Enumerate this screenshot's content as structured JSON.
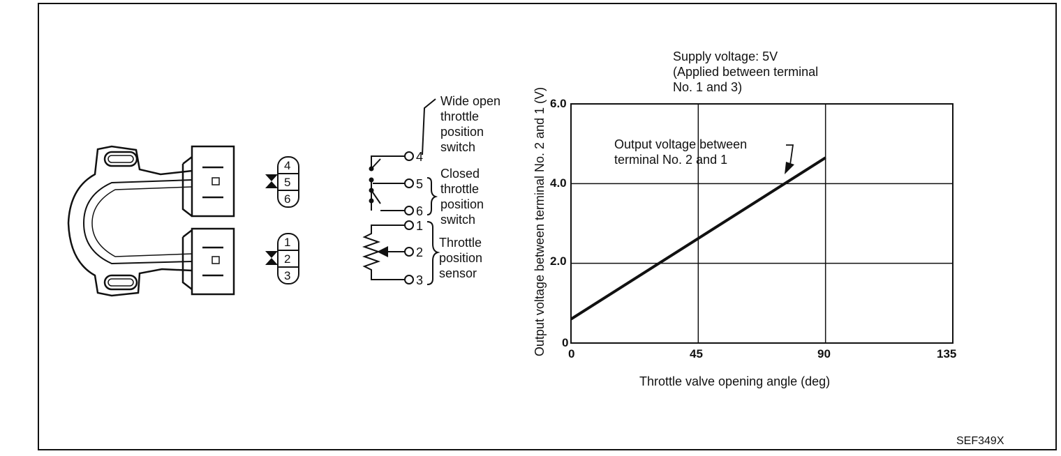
{
  "figure_code": "SEF349X",
  "connector": {
    "upper_pins": [
      "4",
      "5",
      "6"
    ],
    "lower_pins": [
      "1",
      "2",
      "3"
    ]
  },
  "circuit": {
    "wide_open_switch_label": [
      "Wide open",
      "throttle",
      "position",
      "switch"
    ],
    "closed_switch_label": [
      "Closed",
      "throttle",
      "position",
      "switch"
    ],
    "sensor_label": [
      "Throttle",
      "position",
      "sensor"
    ],
    "terminals": [
      "4",
      "5",
      "6",
      "1",
      "2",
      "3"
    ]
  },
  "chart_data": {
    "type": "line",
    "note": [
      "Supply voltage: 5V",
      "(Applied between terminal",
      "No. 1 and 3)"
    ],
    "xlabel": "Throttle valve opening angle (deg)",
    "ylabel": "Output voltage between terminal No. 2 and 1 (V)",
    "x_ticks": [
      "0",
      "45",
      "90",
      "135"
    ],
    "y_ticks": [
      "0",
      "2.0",
      "4.0",
      "6.0"
    ],
    "xlim": [
      0,
      135
    ],
    "ylim": [
      0,
      6.0
    ],
    "grid": true,
    "series": [
      {
        "x": [
          0,
          90
        ],
        "y": [
          0.6,
          4.65
        ]
      }
    ],
    "annotation": [
      "Output voltage between",
      "terminal No. 2 and 1"
    ]
  }
}
